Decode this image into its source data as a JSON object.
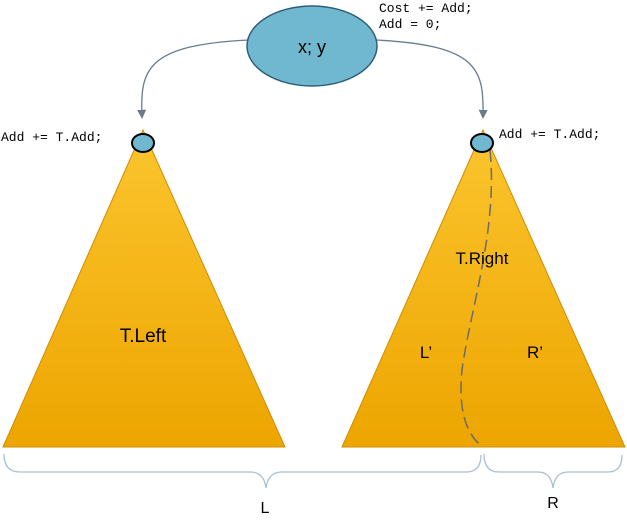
{
  "root": {
    "label": "x; y"
  },
  "root_code": {
    "line1": "Cost += Add;",
    "line2": "Add = 0;"
  },
  "left_subtree": {
    "label": "T.Left",
    "code": "Add += T.Add;"
  },
  "right_subtree": {
    "label": "T.Right",
    "code": "Add += T.Add;",
    "left_part": "L’",
    "right_part": "R’"
  },
  "braces": {
    "left": "L",
    "right": "R"
  },
  "colors": {
    "node_fill": "#6fb8d0",
    "triangle_top": "#fbc52e",
    "triangle_bottom": "#eda500",
    "triangle_stroke": "#d08c00",
    "edge": "#6a7b8c"
  }
}
